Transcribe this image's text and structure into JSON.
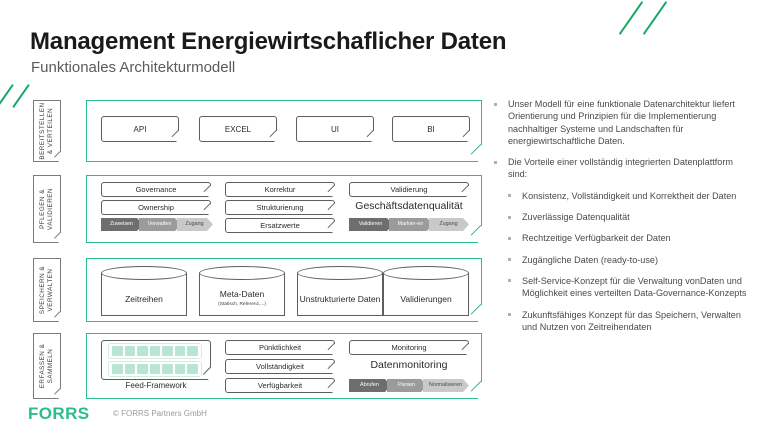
{
  "header": {
    "title": "Management Energiewirtschaflicher Daten",
    "subtitle": "Funktionales Architekturmodell"
  },
  "layers": [
    {
      "rail_line1": "BEREITSTELLEN",
      "rail_line2": "& VERTEILEN",
      "boxes": [
        "API",
        "EXCEL",
        "UI",
        "BI"
      ]
    },
    {
      "rail_line1": "PFLEGEN &",
      "rail_line2": "VALIDIEREN",
      "col1": [
        "Governance",
        "Ownership"
      ],
      "col2": [
        "Korrektur",
        "Strukturierung",
        "Ersatzwerte"
      ],
      "col3": [
        "Validierung"
      ],
      "col3_heading": "Geschäftsdatenqualität",
      "chevrons_left": [
        "Zuweisen",
        "Verwalten",
        "Zugang"
      ],
      "chevrons_right": [
        "Validieren",
        "Markier-en",
        "Zugang"
      ]
    },
    {
      "rail_line1": "SPEICHERN &",
      "rail_line2": "VERWALTEN",
      "cylinders": [
        {
          "label": "Zeitreihen",
          "sub": ""
        },
        {
          "label": "Meta-Daten",
          "sub": "(Statisch, Referenz,...)"
        },
        {
          "label": "Unstrukturierte Daten",
          "sub": ""
        },
        {
          "label": "Validierungen",
          "sub": ""
        }
      ]
    },
    {
      "rail_line1": "ERFASSEN &",
      "rail_line2": "SAMMELN",
      "feed_caption": "Feed-Framework",
      "col2": [
        "Pünktlichkeit",
        "Vollständigkeit",
        "Verfügbarkeit"
      ],
      "col3": [
        "Monitoring"
      ],
      "col3_heading": "Datenmonitoring",
      "chevrons_right": [
        "Abrufen",
        "Parsen",
        "Normalisieren"
      ]
    }
  ],
  "right_panel": {
    "bullets": [
      "Unser Modell für eine funktionale Datenarchitektur liefert Orientierung und Prinzipien für die Implementierung nachhaltiger Systeme und Landschaften für energiewirtschaftliche Daten.",
      "Die Vorteile einer vollständig integrierten Datenplattform sind:"
    ],
    "sub_bullets": [
      "Konsistenz, Vollständigkeit und Korrektheit der Daten",
      "Zuverlässige Datenqualität",
      "Rechtzeitige Verfügbarkeit der Daten",
      "Zugängliche Daten (ready-to-use)",
      "Self-Service-Konzept für die Verwaltung vonDaten und Möglichkeit eines verteilten Data-Governance-Konzepts",
      "Zukunftsfähiges Konzept für das Speichern, Verwalten und Nutzen von Zeitreihendaten"
    ]
  },
  "footer": {
    "logo": "FORRS",
    "copyright": "© FORRS Partners GmbH"
  },
  "colors": {
    "brand_green": "#2bbd8a",
    "accent_green": "#17a866",
    "box_border": "#5e5e5e",
    "chev_dark": "#6e6e6e",
    "chev_mid": "#9b9b9b",
    "chev_light": "#c9c9c9"
  }
}
